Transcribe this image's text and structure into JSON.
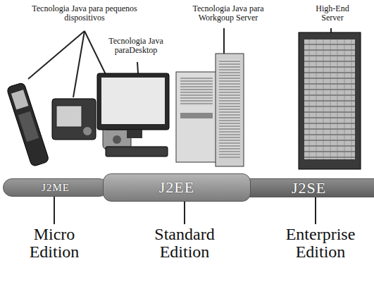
{
  "diagram": {
    "nodes": [
      {
        "text": [
          "J2ME"
        ]
      },
      {
        "text": [
          "J2SE"
        ]
      },
      {
        "text": [
          "J2EE"
        ]
      }
    ],
    "labels": [
      "Tecnologia Java para pequenos dispositivos",
      "Tecnologia Java paraDesktop",
      "Tecnologia Java para Workgoup Server",
      "High-End Server",
      "Micro Edition",
      "Standard Edition",
      "Enterprise Edition"
    ]
  }
}
